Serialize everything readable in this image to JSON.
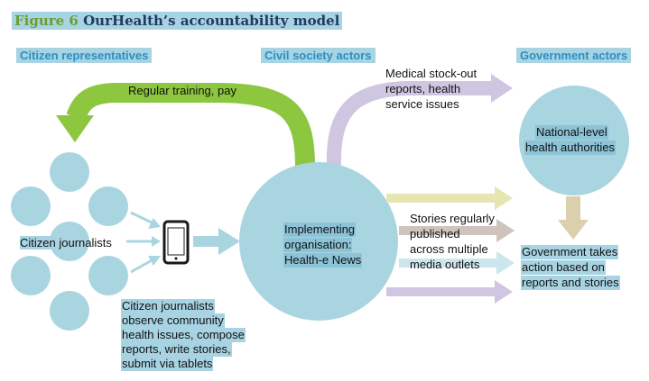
{
  "figure": {
    "number": "Figure 6",
    "title": "OurHealth’s accountability model"
  },
  "headers": {
    "citizen": "Citizen representatives",
    "civil": "Civil society actors",
    "government": "Government actors"
  },
  "labels": {
    "training": "Regular training, pay",
    "medical": [
      "Medical stock-out",
      "reports, health",
      "service issues"
    ],
    "citizen_journalists_a": "Citizen",
    "citizen_journalists_b": " journalists",
    "observe": [
      "Citizen journalists",
      "observe community",
      "health issues, compose",
      "reports, write stories,",
      "submit via tablets"
    ],
    "implementing": [
      "Implementing",
      "organisation:",
      "Health-e News"
    ],
    "national": [
      "National-level",
      "health authorities"
    ],
    "stories": [
      "Stories regularly",
      "published",
      "across multiple",
      "media outlets"
    ],
    "government_action": [
      "Government takes",
      "action based on",
      "reports and stories"
    ]
  },
  "colors": {
    "highlight": "#a7d3e3",
    "circle": "#a9d5e1",
    "green_arrow": "#8dc63f",
    "lavender_arrow": "#cfc6e2",
    "yellow_arrow": "#e7e6b3",
    "taupe_arrow": "#cfc3bd",
    "tan_arrow": "#dccfae",
    "header_text": "#2a8fc2"
  },
  "icons": [
    "smartphone-icon"
  ]
}
